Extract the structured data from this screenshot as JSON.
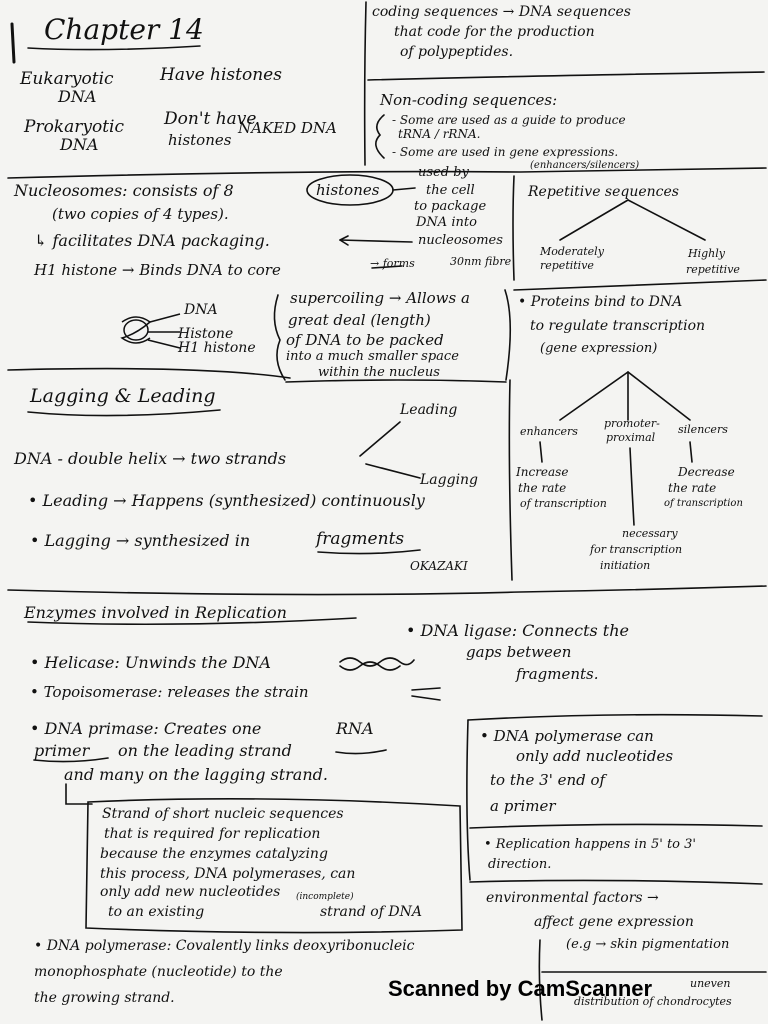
{
  "chapter_title": "Chapter 14",
  "intro": {
    "euk_a": "Eukaryotic",
    "euk_b": "DNA",
    "euk_c": "Have histones",
    "pro_a": "Prokaryotic",
    "pro_b": "DNA",
    "pro_c": "Don't have",
    "pro_d": "histones",
    "pro_e": "NAKED DNA"
  },
  "coding": {
    "l1": "coding sequences → DNA sequences",
    "l2": "that code for the production",
    "l3": "of polypeptides."
  },
  "noncoding": {
    "head": "Non-coding sequences:",
    "b1a": "- Some are used as a guide to produce",
    "b1b": "tRNA / rRNA.",
    "b2a": "- Some are used in gene expressions.",
    "b2b": "(enhancers/silencers)"
  },
  "nucleosomes": {
    "l1": "Nucleosomes: consists of 8",
    "histones": "histones",
    "l2": "(two copies of 4 types).",
    "l3": "↳ facilitates DNA packaging.",
    "l4": "H1 histone → Binds DNA to core",
    "forms": "→ forms",
    "fibre": "30nm fibre",
    "note1": "used by",
    "note2": "the cell",
    "note3": "to package",
    "note4": "DNA into",
    "note5": "nucleosomes"
  },
  "diagram": {
    "dna": "DNA",
    "histone": "Histone",
    "h1": "H1 histone"
  },
  "supercoiling": {
    "l1": "supercoiling → Allows a",
    "l2": "great deal (length)",
    "l3": "of DNA to be packed",
    "l4": "into a much smaller space",
    "l5": "within the nucleus"
  },
  "repetitive": {
    "head": "Repetitive sequences",
    "mod1": "Moderately",
    "mod2": "repetitive",
    "high1": "Highly",
    "high2": "repetitive"
  },
  "proteins": {
    "l1": "• Proteins bind to DNA",
    "l2": "to regulate transcription",
    "l3": "(gene expression)",
    "enh": "enhancers",
    "prom1": "promoter-",
    "prom2": "proximal",
    "sil": "silencers",
    "inc1": "Increase",
    "inc2": "the rate",
    "inc3": "of transcription",
    "dec1": "Decrease",
    "dec2": "the rate",
    "dec3": "of transcription",
    "nec1": "necessary",
    "nec2": "for transcription",
    "nec3": "initiation"
  },
  "lagging": {
    "title": "Lagging & Leading",
    "dna": "DNA - double helix → two strands",
    "leading": "Leading",
    "lagging": "Lagging",
    "b1": "• Leading → Happens (synthesized) continuously",
    "b2": "• Lagging → synthesized in",
    "fragments": "fragments",
    "okazaki": "OKAZAKI"
  },
  "enzymes": {
    "title": "Enzymes involved in Replication",
    "helicase": "• Helicase: Unwinds the DNA",
    "topo": "• Topoisomerase: releases the strain",
    "primase1": "• DNA primase: Creates one",
    "rna": "RNA",
    "primer": "primer",
    "primase2": "on the leading strand",
    "primase3": "and many on the lagging strand.",
    "ligase1": "• DNA ligase: Connects the",
    "ligase2": "gaps between",
    "ligase3": "fragments."
  },
  "strand_box": {
    "l1": "Strand of short nucleic sequences",
    "l2": "that is required for replication",
    "l3": "because the enzymes catalyzing",
    "l4": "this process, DNA polymerases, can",
    "l5": "only add new nucleotides",
    "l6a": "to an existing",
    "l6note": "(incomplete)",
    "l6b": "strand of DNA"
  },
  "polymerase_box": {
    "l1": "• DNA polymerase can",
    "l2": "only add nucleotides",
    "l3": "to the 3' end of",
    "l4": "a primer"
  },
  "replication_box": {
    "l1": "• Replication happens in 5' to 3'",
    "l2": "direction."
  },
  "environmental": {
    "l1": "environmental factors →",
    "l2": "affect gene expression",
    "l3": "(e.g → skin pigmentation",
    "l4": "distribution of chondrocytes",
    "l5": "uneven"
  },
  "polymerase_bottom": {
    "l1": "• DNA polymerase: Covalently links deoxyribonucleic",
    "l2": "monophosphate (nucleotide) to the",
    "l3": "the growing strand."
  },
  "watermark": "Scanned by CamScanner"
}
